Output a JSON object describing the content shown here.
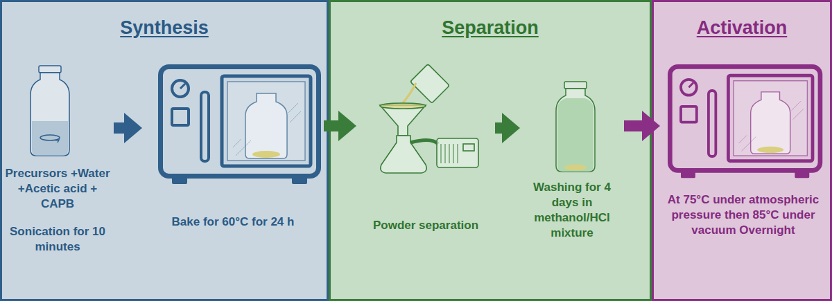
{
  "diagram": {
    "nodes": [
      {
        "text": [
          "Synthesis"
        ]
      },
      {
        "text": [
          "Precursors +Water +Acetic acid + CAPB",
          "Sonication for 10 minutes"
        ],
        "in": 0
      },
      {
        "text": [
          "Bake for 60°C for 24 h"
        ],
        "in": 0
      },
      {
        "text": [
          "Separation"
        ]
      },
      {
        "text": [
          "Powder separation"
        ],
        "in": 3
      },
      {
        "text": [
          "Washing for 4 days in methanol/HCl mixture"
        ],
        "in": 3
      },
      {
        "text": [
          "Activation"
        ]
      },
      {
        "text": [
          "At 75°C under atmospheric pressure then 85°C under vacuum Overnight"
        ],
        "in": 6
      }
    ],
    "edges": [
      {
        "from": 1,
        "to": 2,
        "arrow": "to"
      },
      {
        "from": 2,
        "to": 4,
        "arrow": "to"
      },
      {
        "from": 4,
        "to": 5,
        "arrow": "to"
      },
      {
        "from": 5,
        "to": 7,
        "arrow": "to"
      }
    ]
  }
}
